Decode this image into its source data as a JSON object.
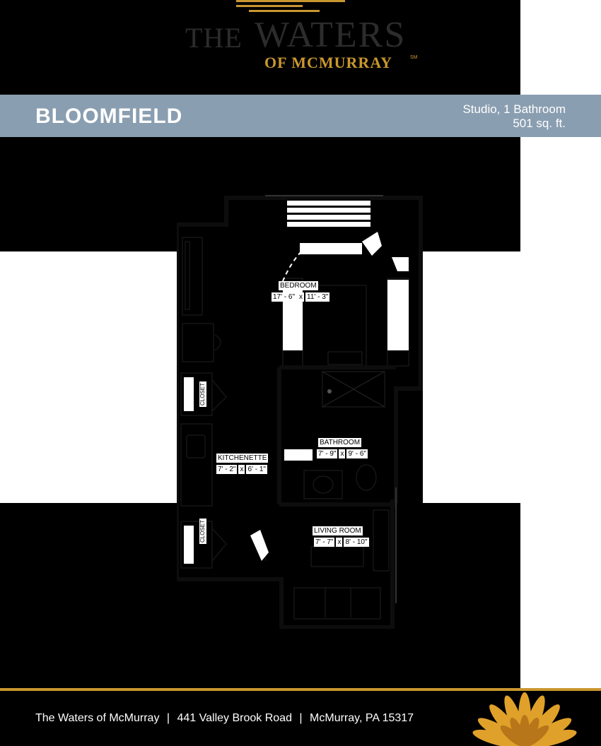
{
  "logo": {
    "the": "THE",
    "waters": "WATERS",
    "sub": "OF MCMURRAY",
    "mark": "SM"
  },
  "plan": {
    "name": "BLOOMFIELD",
    "type": "Studio, 1 Bathroom",
    "size": "501 sq. ft."
  },
  "rooms": {
    "bedroom": {
      "label": "BEDROOM",
      "w": "17' - 6\"",
      "x": "x",
      "h": "11' - 3\""
    },
    "bathroom": {
      "label": "BATHROOM",
      "w": "7' - 9\"",
      "x": "x",
      "h": "9' - 6\""
    },
    "kitchenette": {
      "label": "KITCHENETTE",
      "w": "7' - 2\"",
      "x": "x",
      "h": "6' - 1\""
    },
    "living": {
      "label": "LIVING ROOM",
      "w": "7' - 7\"",
      "x": "x",
      "h": "8' - 10\""
    },
    "closet1": "CLOSET",
    "closet2": "CLOSET"
  },
  "footer": {
    "name": "The Waters of McMurray",
    "address": "441 Valley Brook Road",
    "city": "McMurray, PA 15317",
    "sep": "|"
  },
  "colors": {
    "gold": "#c9972f",
    "banner": "#8a9eb1"
  }
}
